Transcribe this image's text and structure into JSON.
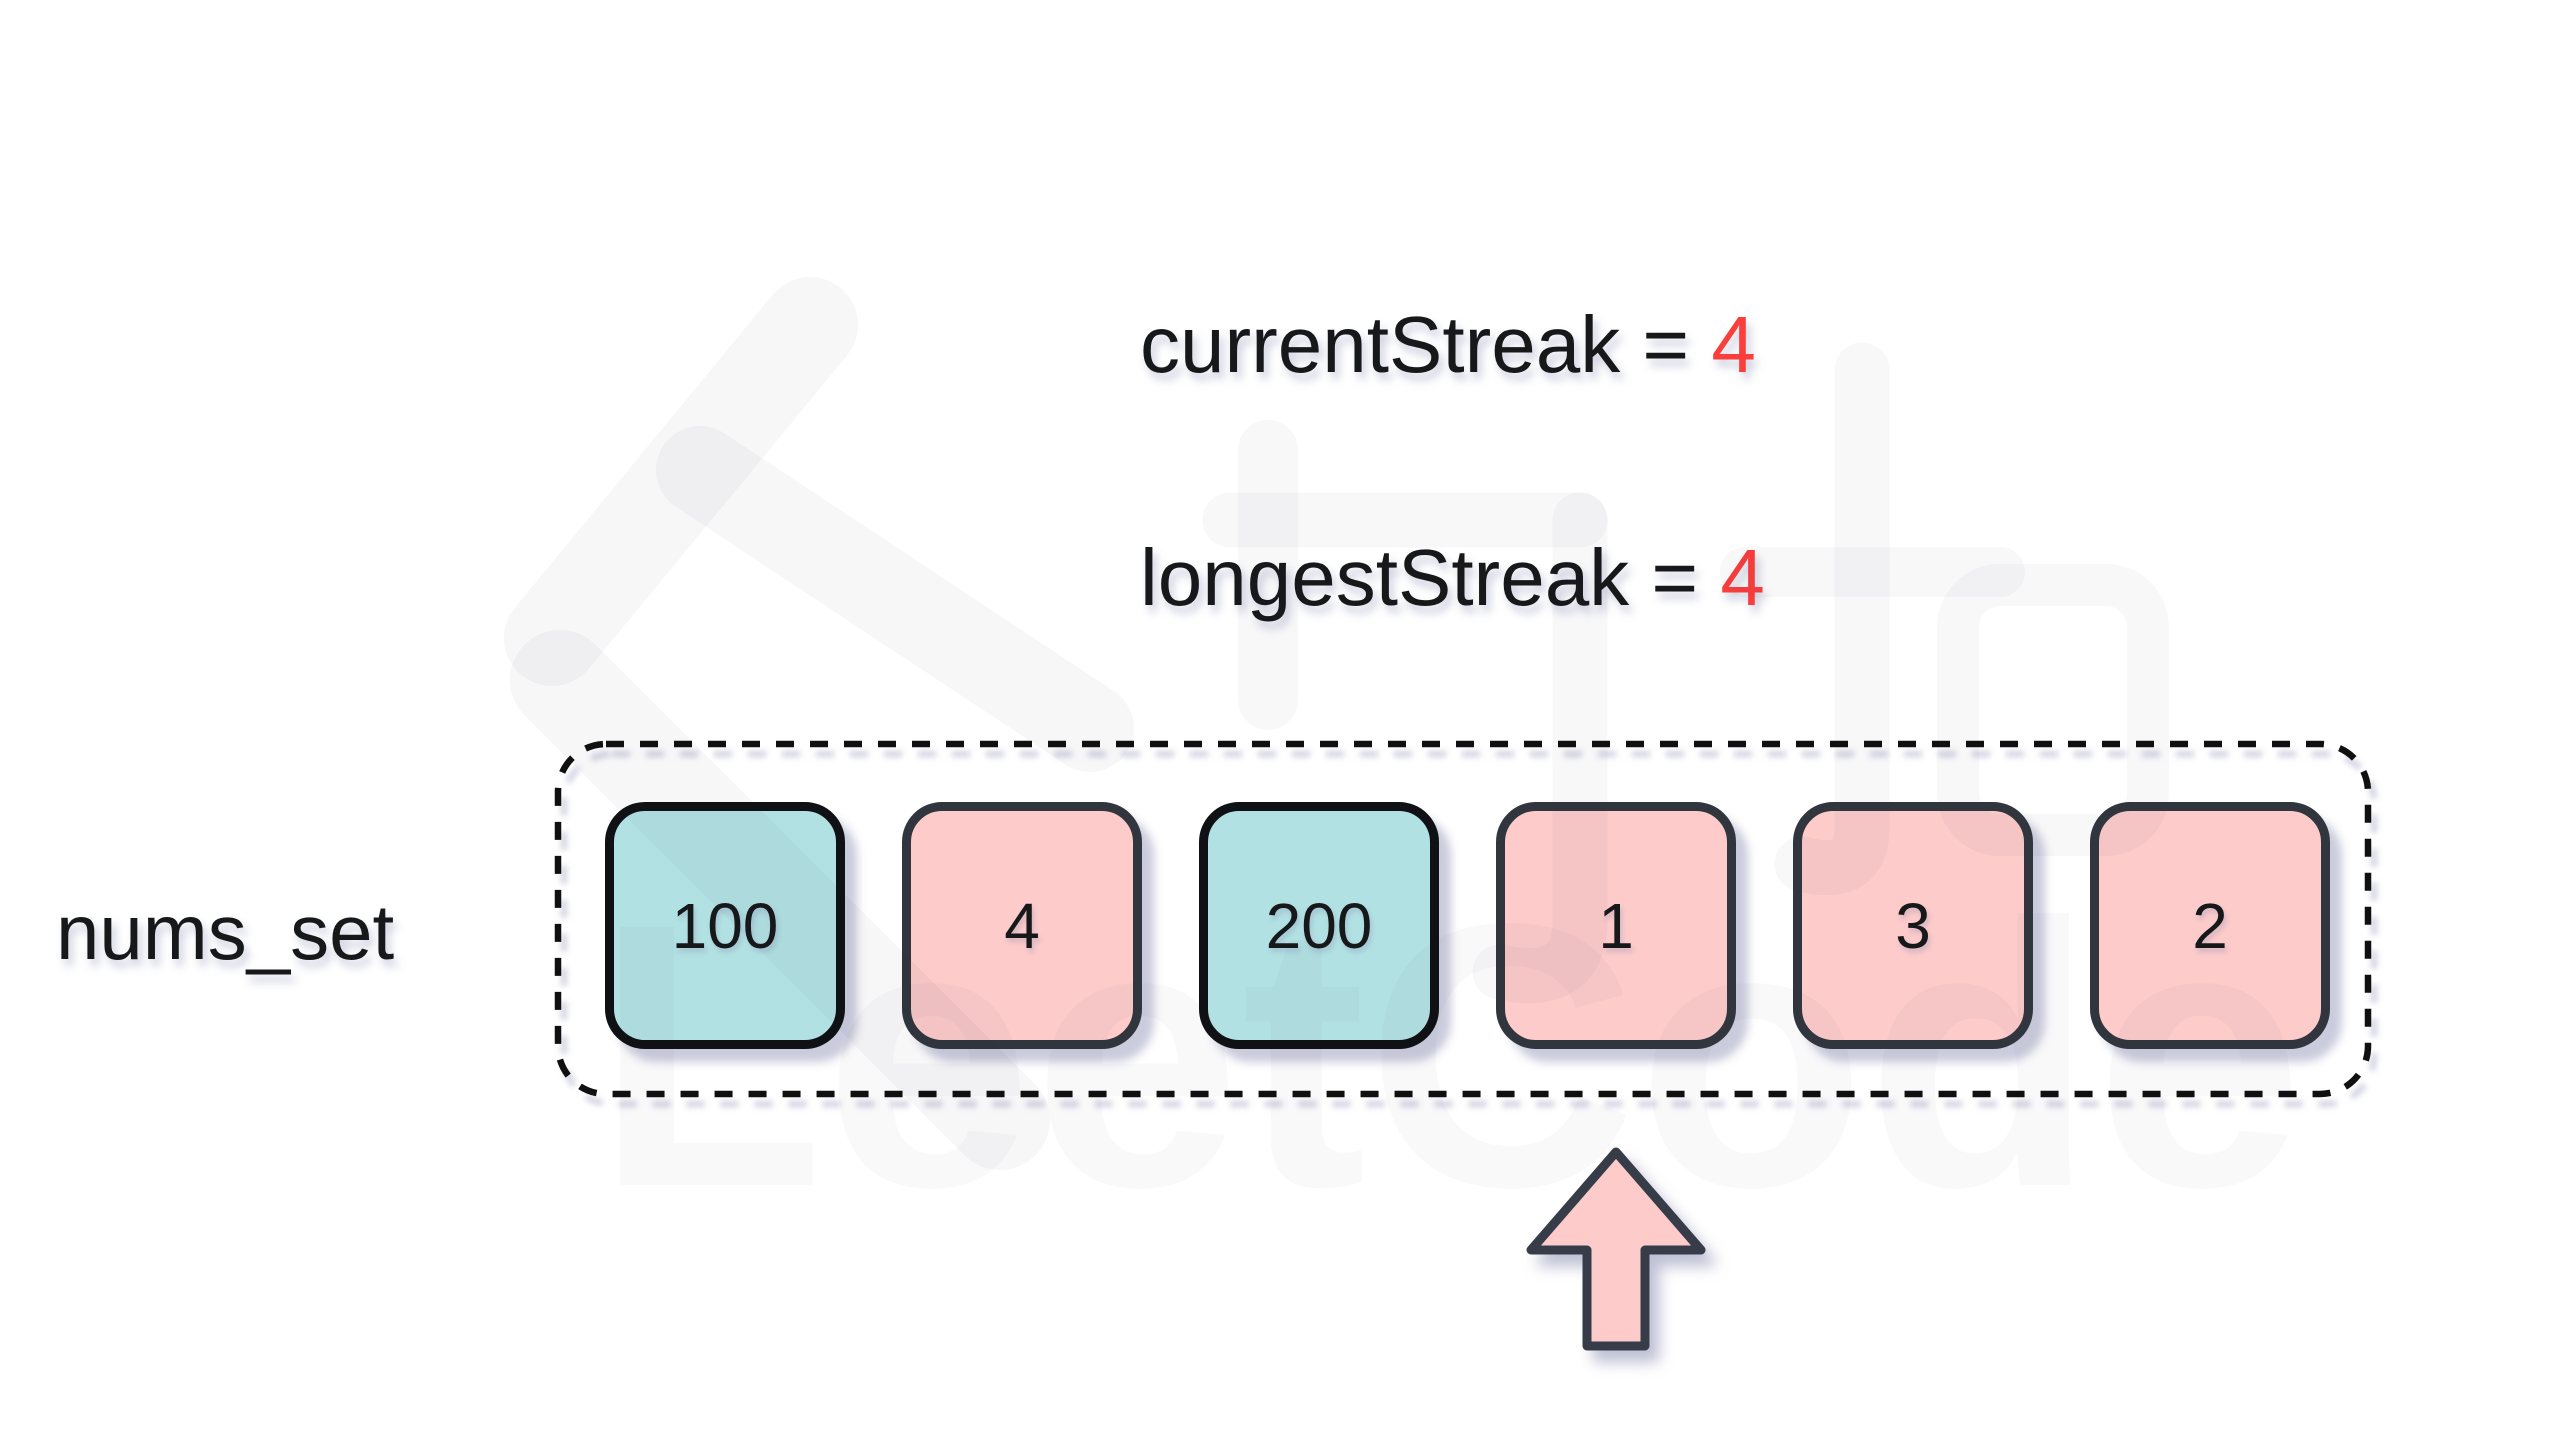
{
  "variables": [
    {
      "name": "currentStreak",
      "equals": " = ",
      "value": "4"
    },
    {
      "name": "longestStreak",
      "equals": " = ",
      "value": "4"
    }
  ],
  "set": {
    "label": "nums_set",
    "cells": [
      {
        "value": "100",
        "tone": "teal"
      },
      {
        "value": "4",
        "tone": "pink"
      },
      {
        "value": "200",
        "tone": "teal"
      },
      {
        "value": "1",
        "tone": "pink"
      },
      {
        "value": "3",
        "tone": "pink"
      },
      {
        "value": "2",
        "tone": "pink"
      }
    ]
  },
  "pointer": {
    "direction": "up",
    "target_index": 3,
    "target_value": "1"
  },
  "watermark": {
    "brand_text": "LeetCode"
  },
  "colors": {
    "teal_fill": "#b2e1e3",
    "pink_fill": "#fccbca",
    "teal_border": "#101114",
    "pink_border": "#31363e",
    "value_red": "#fa3e3c",
    "text_black": "#17181a",
    "dash_black": "#101010"
  }
}
